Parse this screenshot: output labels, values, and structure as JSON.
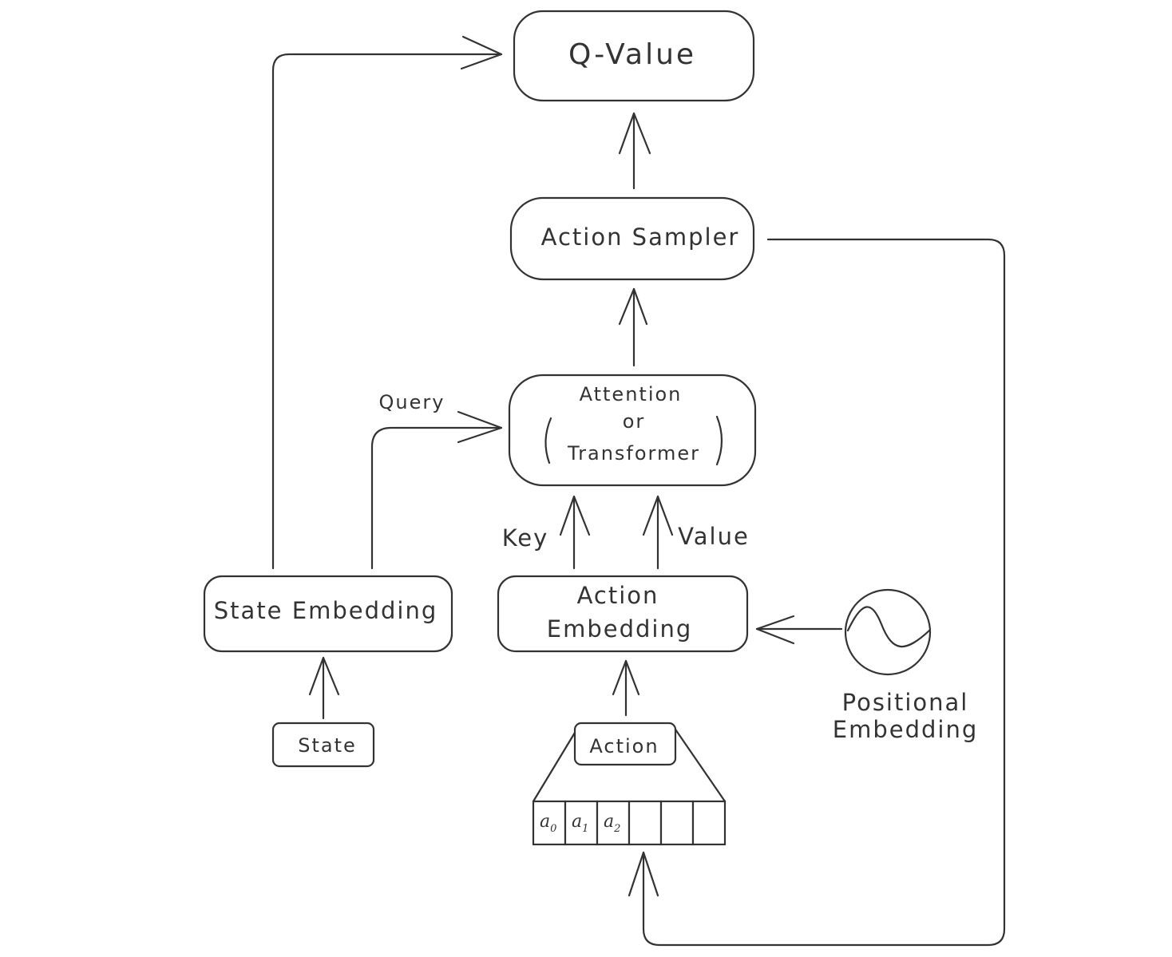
{
  "nodes": {
    "q_value": "Q-Value",
    "action_sampler": "Action Sampler",
    "attention_line1": "Attention",
    "attention_line2": "or",
    "attention_line3": "Transformer",
    "state_embedding": "State Embedding",
    "state": "State",
    "action_embedding_line1": "Action",
    "action_embedding_line2": "Embedding",
    "action": "Action",
    "positional_line1": "Positional",
    "positional_line2": "Embedding"
  },
  "edge_labels": {
    "query": "Query",
    "key": "Key",
    "value": "Value"
  },
  "action_sequence": {
    "cells": [
      "a0",
      "a1",
      "a2",
      "",
      "",
      ""
    ]
  },
  "colors": {
    "stroke": "#333333",
    "background": "#ffffff"
  }
}
